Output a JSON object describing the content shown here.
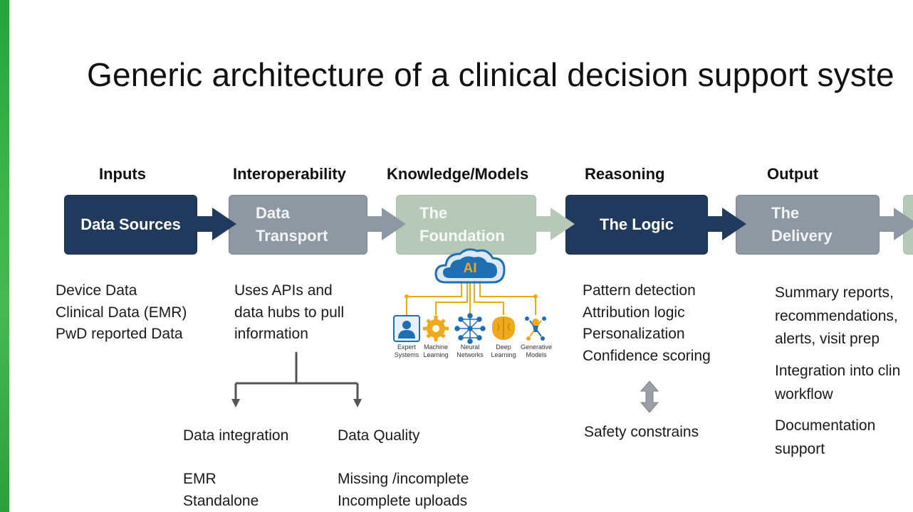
{
  "slide": {
    "title": "Generic architecture of a clinical decision support syste"
  },
  "columns": [
    {
      "heading": "Inputs",
      "box": "Data Sources",
      "details": [
        "Device Data",
        "Clinical Data (EMR)",
        "PwD reported Data"
      ]
    },
    {
      "heading": "Interoperability",
      "box_lines": [
        "Data",
        "Transport"
      ],
      "details": [
        "Uses APIs and",
        "data hubs to pull",
        "information"
      ],
      "branches": [
        {
          "label": "Data integration",
          "items": [
            "EMR",
            "Standalone"
          ]
        },
        {
          "label": "Data Quality",
          "items": [
            "Missing /incomplete",
            "Incomplete uploads"
          ]
        }
      ]
    },
    {
      "heading": "Knowledge/Models",
      "box_lines": [
        "The",
        "Foundation"
      ],
      "ai_badge": "AI",
      "ai_icons": [
        {
          "icon": "expert-systems-icon",
          "label_lines": [
            "Expert",
            "Systems"
          ]
        },
        {
          "icon": "machine-learning-icon",
          "label_lines": [
            "Machine",
            "Learning"
          ]
        },
        {
          "icon": "neural-networks-icon",
          "label_lines": [
            "Neural",
            "Networks"
          ]
        },
        {
          "icon": "deep-learning-icon",
          "label_lines": [
            "Deep",
            "Learning"
          ]
        },
        {
          "icon": "generative-models-icon",
          "label_lines": [
            "Generative",
            "Models"
          ]
        }
      ]
    },
    {
      "heading": "Reasoning",
      "box": "The Logic",
      "details": [
        "Pattern detection",
        "Attribution logic",
        "Personalization",
        "Confidence scoring"
      ],
      "safety": "Safety constrains"
    },
    {
      "heading": "Output",
      "box_lines": [
        "The",
        "Delivery"
      ],
      "details_groups": [
        [
          "Summary reports,",
          "recommendations,",
          "alerts, visit prep"
        ],
        [
          "Integration into clin",
          "workflow"
        ],
        [
          "Documentation",
          "support"
        ]
      ]
    }
  ],
  "colors": {
    "dark_box": "#1f3a5c",
    "gray_box": "#8d98a3",
    "pale_box": "#b6c9b8",
    "ai_blue": "#1f6fb2",
    "ai_gold": "#f0a81c",
    "green_strip": "#2e9e3c"
  }
}
